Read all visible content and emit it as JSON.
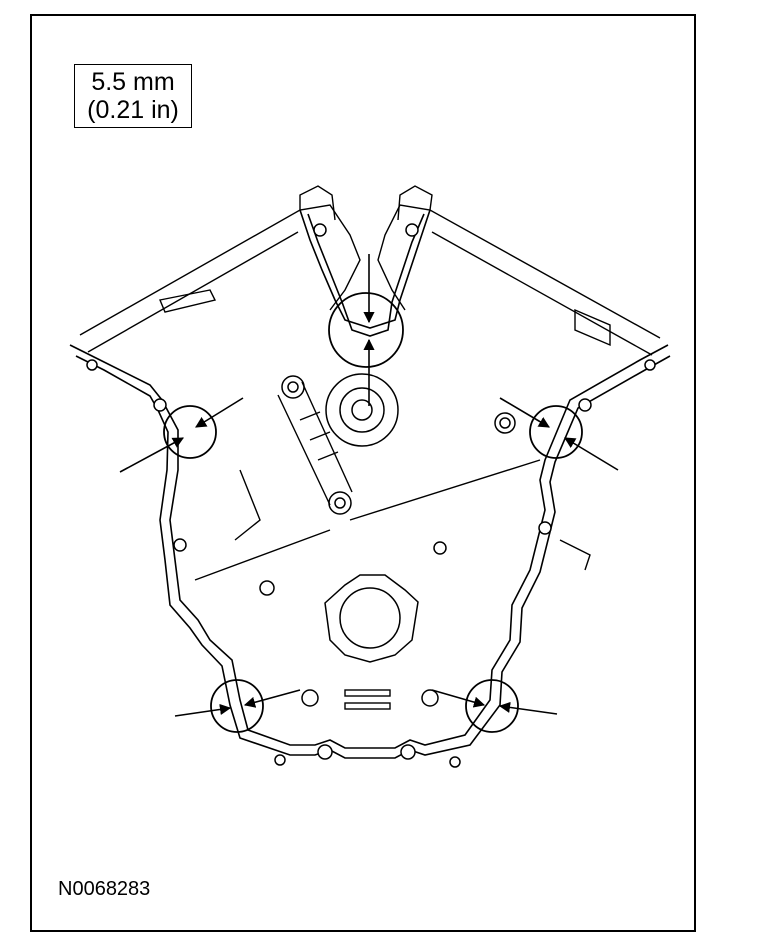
{
  "spec": {
    "metric": "5.5 mm",
    "imperial": "(0.21 in)"
  },
  "figure_id": "N0068283",
  "colors": {
    "ink": "#000000",
    "paper": "#ffffff"
  }
}
